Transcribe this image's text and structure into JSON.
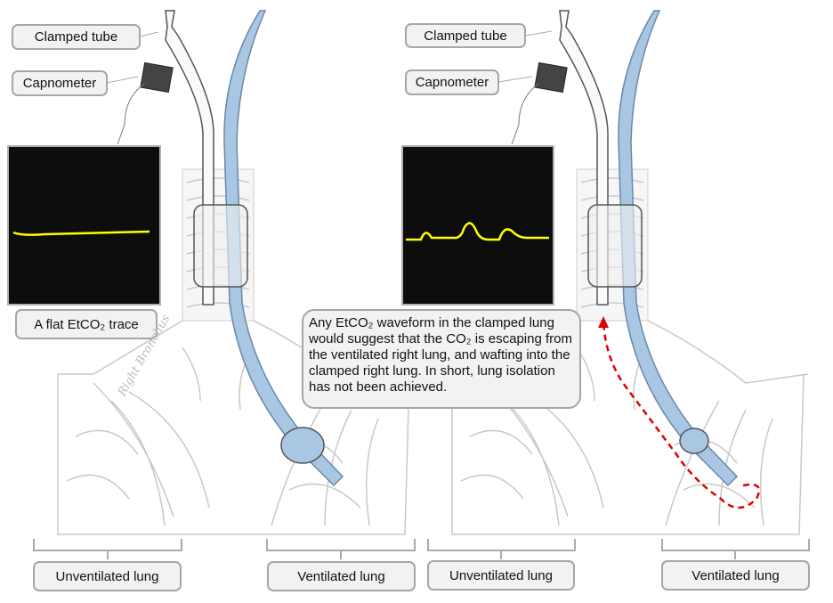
{
  "left_panel": {
    "clamped_tube_label": "Clamped tube",
    "capnometer_label": "Capnometer",
    "trace_caption": "A flat EtCO₂ trace",
    "unventilated_label": "Unventilated lung",
    "ventilated_label": "Ventilated lung",
    "sketch_text": "Right Bronchus"
  },
  "right_panel": {
    "clamped_tube_label": "Clamped tube",
    "capnometer_label": "Capnometer",
    "unventilated_label": "Unventilated lung",
    "ventilated_label": "Ventilated lung"
  },
  "callout_text": "Any EtCO₂ waveform in the clamped lung would suggest that the CO₂ is escaping from the ventilated right lung, and wafting into the clamped right lung. In short, lung isolation has not been achieved.",
  "colors": {
    "trace": "#ffff00",
    "tube_blue": "#a9c6e3",
    "leak_arrow": "#e00000",
    "monitor": "#0d0d0d",
    "label_bg": "#f2f2f2"
  }
}
